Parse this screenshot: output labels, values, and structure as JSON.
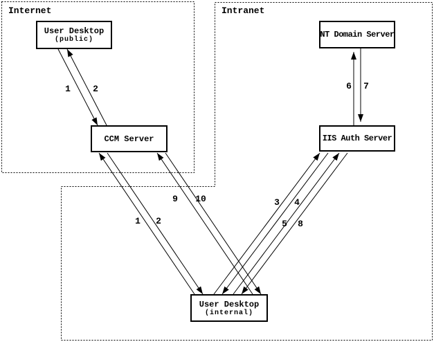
{
  "diagram": {
    "colors": {
      "line": "#000000",
      "background": "#ffffff",
      "text": "#000000"
    },
    "zones": {
      "internet": {
        "label": "Internet"
      },
      "intranet": {
        "label": "Intranet"
      }
    },
    "nodes": {
      "user_desktop_public": {
        "title": "User Desktop",
        "subtitle": "(public)"
      },
      "ccm_server": {
        "title": "CCM Server"
      },
      "nt_domain_server": {
        "title": "NT Domain Server"
      },
      "iis_auth_server": {
        "title": "IIS Auth Server"
      },
      "user_desktop_internal": {
        "title": "User Desktop",
        "subtitle": "(internal)"
      }
    },
    "flows": [
      {
        "label": "1",
        "from": "user-desktop-public",
        "to": "ccm-server"
      },
      {
        "label": "2",
        "from": "ccm-server",
        "to": "user-desktop-public"
      },
      {
        "label": "1",
        "from": "user-desktop-internal",
        "to": "ccm-server"
      },
      {
        "label": "2",
        "from": "ccm-server",
        "to": "user-desktop-internal"
      },
      {
        "label": "9",
        "from": "user-desktop-internal",
        "to": "ccm-server"
      },
      {
        "label": "10",
        "from": "ccm-server",
        "to": "user-desktop-internal"
      },
      {
        "label": "3",
        "from": "user-desktop-internal",
        "to": "iis-auth-server"
      },
      {
        "label": "4",
        "from": "iis-auth-server",
        "to": "user-desktop-internal"
      },
      {
        "label": "5",
        "from": "user-desktop-internal",
        "to": "iis-auth-server"
      },
      {
        "label": "8",
        "from": "iis-auth-server",
        "to": "user-desktop-internal"
      },
      {
        "label": "6",
        "from": "iis-auth-server",
        "to": "nt-domain-server"
      },
      {
        "label": "7",
        "from": "nt-domain-server",
        "to": "iis-auth-server"
      }
    ]
  }
}
